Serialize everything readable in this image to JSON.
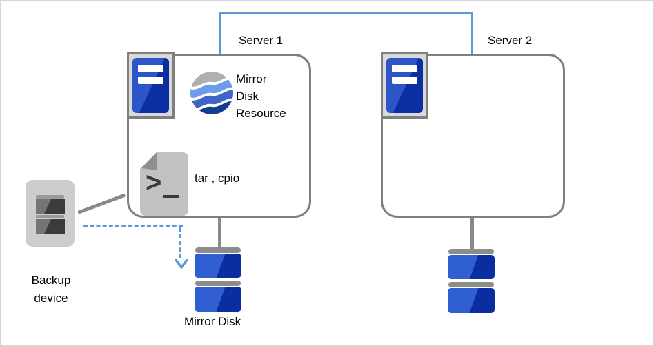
{
  "servers": [
    {
      "label": "Server 1"
    },
    {
      "label": "Server 2"
    }
  ],
  "mirror_disk_resource": {
    "line1": "Mirror",
    "line2": "Disk",
    "line3": "Resource"
  },
  "backup_commands": "tar , cpio",
  "backup_device": {
    "label_line1": "Backup",
    "label_line2": "device"
  },
  "mirror_disk": {
    "label": "Mirror Disk"
  },
  "icons": {
    "server_icon": "server-tower",
    "mirror_disk_resource_icon": "striped-sphere",
    "shell_script_icon": "script-document",
    "shell_script_prompt_glyph": ">",
    "backup_device_icon": "tape-drive",
    "mirror_disk_icon": "stacked-disk-array",
    "arrow_down_icon": "chevron-down-arrow"
  },
  "colors": {
    "interconnect_blue": "#5B9BD5",
    "dashed_arrow_blue": "#5B9BD5",
    "box_border_gray": "#7F7F7F",
    "connector_gray": "#8A8A8A",
    "server_blue_light": "#2D55C8",
    "server_blue_dark": "#0B2FA0",
    "disk_blue_light": "#2F5FD0",
    "disk_blue_dark": "#0A2E9E",
    "disk_cap_gray": "#8C8C8C",
    "icon_frame_fill": "#D9D9D9",
    "backup_device_fill": "#CDCDCD",
    "script_body_fill": "#C2C2C2",
    "script_fold_gray": "#8F8F8F",
    "wave_gray": "#B0B0B0",
    "wave_light_blue": "#6D9CEB",
    "wave_mid_blue": "#4065C6",
    "wave_navy": "#123F8F",
    "text_color": "#000000"
  }
}
